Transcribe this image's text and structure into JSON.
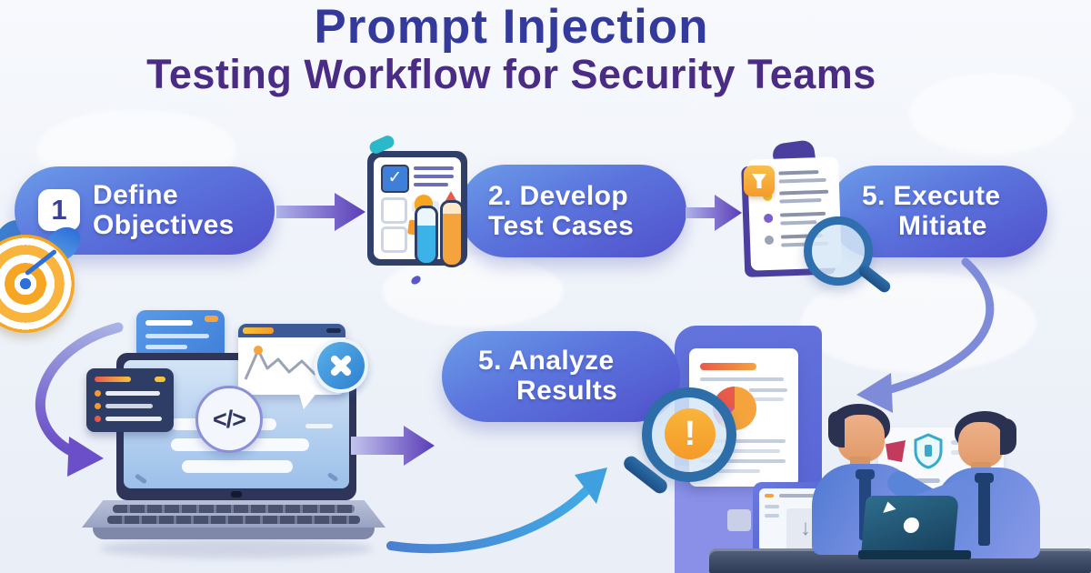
{
  "title": {
    "line1": "Prompt Injection",
    "line2": "Testing Workflow for Security Teams"
  },
  "steps": [
    {
      "badge": "1",
      "label_line1": "Define",
      "label_line2": "Objectives"
    },
    {
      "label_line1": "2. Develop",
      "label_line2": "Test Cases"
    },
    {
      "label_line1": "5. Execute",
      "label_line2": "Mitiate"
    },
    {
      "label_line1": "5. Analyze",
      "label_line2": "Results"
    }
  ],
  "glyphs": {
    "code": "</>",
    "check": "✓",
    "alert": "!",
    "download": "↓"
  },
  "colors": {
    "title_primary": "#343a9c",
    "title_secondary": "#4b2c85",
    "pill_gradient_top": "#6b9ce8",
    "pill_gradient_bottom": "#5150cb",
    "arrow_purple": "#5a3cb8",
    "arrow_blue": "#3f9ad8",
    "accent_orange": "#f5a33c",
    "alert_orange": "#f59a28",
    "background": "#eef2f9"
  }
}
